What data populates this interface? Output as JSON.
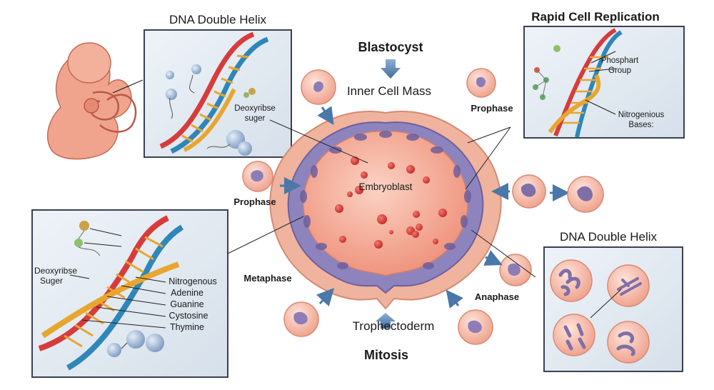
{
  "center": {
    "top_title": "Blastocyst",
    "inner_cell_mass": "Inner Cell Mass",
    "embryoblast": "Embryoblast",
    "trophectoderm": "Trophectoderm",
    "bottom_title": "Mitosis"
  },
  "phases": {
    "prophase_top": "Prophase",
    "prophase_left": "Prophase",
    "metaphase": "Metaphase",
    "anaphase": "Anaphase"
  },
  "panel_tl": {
    "title": "DNA Double Helix",
    "label_line1": "Deoxyribse",
    "label_line2": "suger"
  },
  "panel_tr": {
    "title": "Rapid Cell Replication",
    "phosphate_line1": "Phosphart",
    "phosphate_line2": "Group",
    "bases_line1": "Nitrogenious",
    "bases_line2": "Bases:"
  },
  "panel_bl": {
    "sugar_line1": "Deoxyribse",
    "sugar_line2": "Suger",
    "bases": [
      "Nitrogenous",
      "Adenine",
      "Guanine",
      "Cystosine",
      "Thymine"
    ]
  },
  "panel_br": {
    "title": "DNA Double Helix"
  },
  "colors": {
    "strand_red": "#d63c3c",
    "strand_blue": "#2f86b8",
    "strand_yellow": "#e8a630",
    "cell_pink": "#f2a994",
    "nucleus_purple": "#7f6fa8",
    "arrow_blue": "#4a78a8"
  }
}
